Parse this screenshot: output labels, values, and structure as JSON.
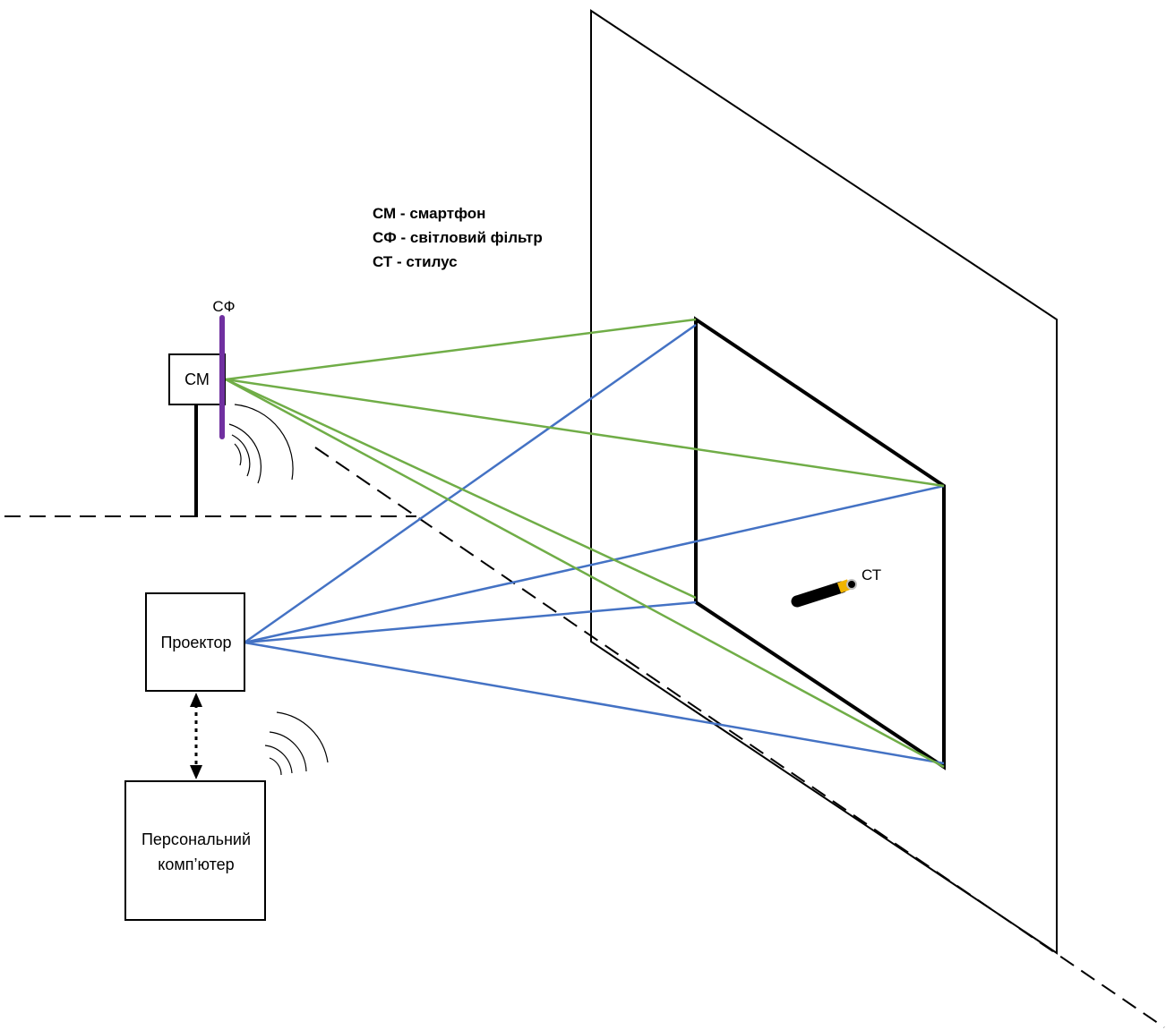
{
  "legend": {
    "line1": "СМ - смартфон",
    "line2": "СФ - світловий фільтр",
    "line3": "СТ - стилус"
  },
  "labels": {
    "filter": "СФ",
    "smartphone": "СМ",
    "projector": "Проектор",
    "pc_line1": "Персональний",
    "pc_line2": "комп’ютер",
    "stylus": "СТ"
  },
  "colors": {
    "camera_rays": "#70ad47",
    "projector_rays": "#4472c4",
    "filter": "#7030a0",
    "stylus_body": "#000000",
    "stylus_tip": "#f0b400",
    "stylus_cap": "#bfbfbf",
    "lines": "#000000"
  },
  "icons": {
    "signal_smartphone": "wireless-signal-icon",
    "signal_pc": "wireless-signal-icon"
  }
}
